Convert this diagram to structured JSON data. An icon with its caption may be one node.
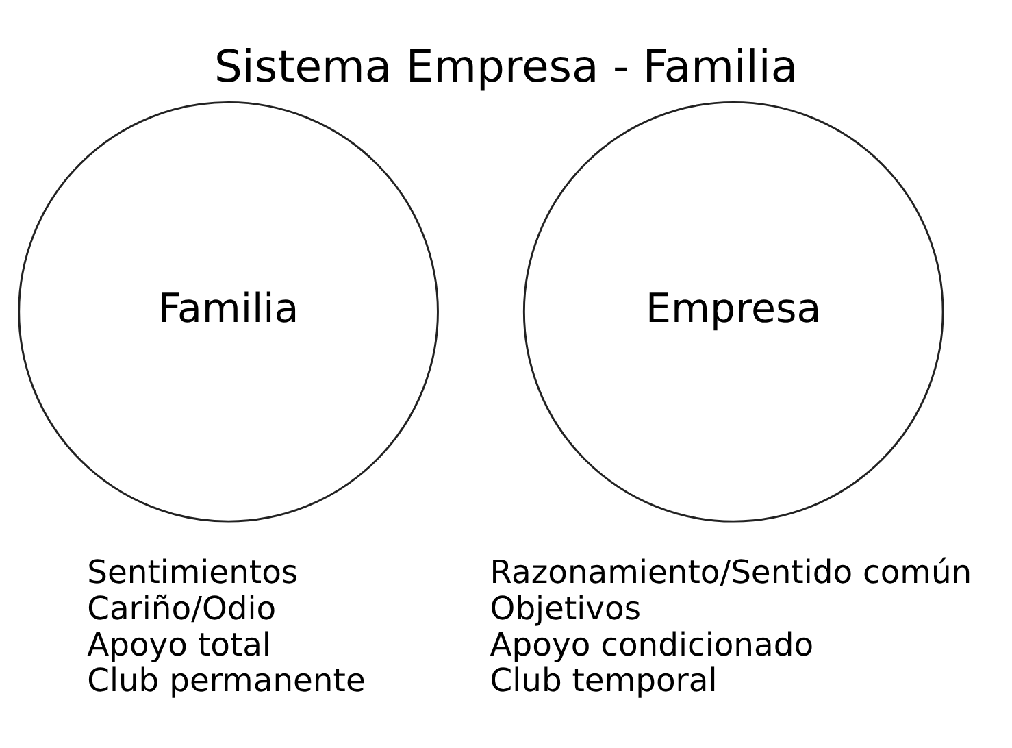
{
  "diagram": {
    "title": "Sistema Empresa - Familia",
    "nodes": [
      {
        "text": [
          "Familia"
        ],
        "beside": [
          "Sentimientos",
          "Cariño/Odio",
          "Apoyo total",
          "Club permanente"
        ]
      },
      {
        "text": [
          "Empresa"
        ],
        "beside": [
          "Razonamiento/Sentido común",
          "Objetivos",
          "Apoyo condicionado",
          "Club temporal"
        ]
      }
    ],
    "edges": []
  }
}
